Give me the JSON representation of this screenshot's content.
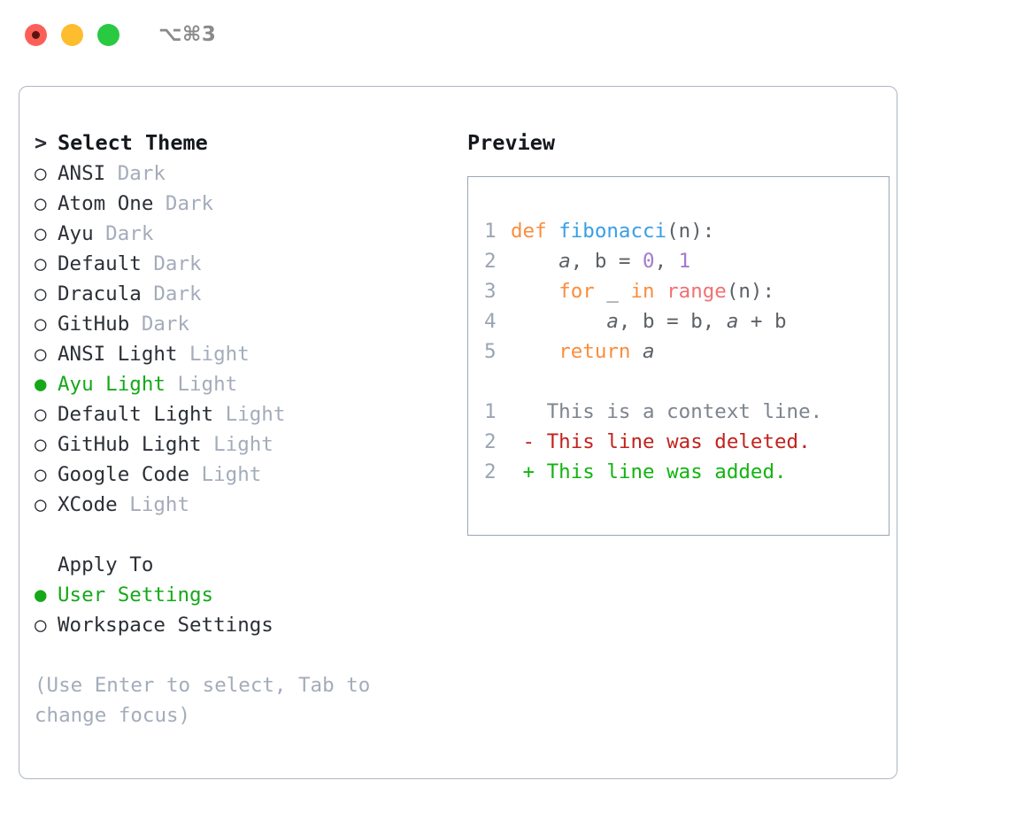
{
  "window": {
    "traffic_lights": [
      {
        "name": "close",
        "color": "#FB6058"
      },
      {
        "name": "minimize",
        "color": "#FDBD2E"
      },
      {
        "name": "zoom",
        "color": "#29C941"
      }
    ],
    "shortcut": "⌥⌘3"
  },
  "theme_panel": {
    "header_marker": ">",
    "header_label": "Select Theme",
    "selected_theme": "Ayu Light",
    "accent_color": "#16A819",
    "marker_selected": "●",
    "marker_unselected": "○",
    "items": [
      {
        "name": "ANSI",
        "kind": "Dark",
        "selected": false
      },
      {
        "name": "Atom One",
        "kind": "Dark",
        "selected": false
      },
      {
        "name": "Ayu",
        "kind": "Dark",
        "selected": false
      },
      {
        "name": "Default",
        "kind": "Dark",
        "selected": false
      },
      {
        "name": "Dracula",
        "kind": "Dark",
        "selected": false
      },
      {
        "name": "GitHub",
        "kind": "Dark",
        "selected": false
      },
      {
        "name": "ANSI Light",
        "kind": "Light",
        "selected": false
      },
      {
        "name": "Ayu Light",
        "kind": "Light",
        "selected": true
      },
      {
        "name": "Default Light",
        "kind": "Light",
        "selected": false
      },
      {
        "name": "GitHub Light",
        "kind": "Light",
        "selected": false
      },
      {
        "name": "Google Code",
        "kind": "Light",
        "selected": false
      },
      {
        "name": "XCode",
        "kind": "Light",
        "selected": false
      }
    ]
  },
  "apply_to": {
    "header_label": "Apply To",
    "options": [
      {
        "label": "User Settings",
        "selected": true
      },
      {
        "label": "Workspace Settings",
        "selected": false
      }
    ]
  },
  "hint": "(Use Enter to select, Tab to change focus)",
  "preview": {
    "title": "Preview",
    "code_lines": [
      {
        "lineno": "1",
        "tokens": [
          {
            "t": "def",
            "c": "kw"
          },
          {
            "t": " ",
            "c": "plain"
          },
          {
            "t": "fibonacci",
            "c": "fn"
          },
          {
            "t": "(n):",
            "c": "plain"
          }
        ]
      },
      {
        "lineno": "2",
        "tokens": [
          {
            "t": "    ",
            "c": "plain"
          },
          {
            "t": "a",
            "c": "var"
          },
          {
            "t": ", ",
            "c": "plain"
          },
          {
            "t": "b",
            "c": "plain"
          },
          {
            "t": " = ",
            "c": "plain"
          },
          {
            "t": "0",
            "c": "num"
          },
          {
            "t": ", ",
            "c": "plain"
          },
          {
            "t": "1",
            "c": "num"
          }
        ]
      },
      {
        "lineno": "3",
        "tokens": [
          {
            "t": "    ",
            "c": "plain"
          },
          {
            "t": "for",
            "c": "kw"
          },
          {
            "t": " _ ",
            "c": "plain"
          },
          {
            "t": "in",
            "c": "kw"
          },
          {
            "t": " ",
            "c": "plain"
          },
          {
            "t": "range",
            "c": "call"
          },
          {
            "t": "(n):",
            "c": "plain"
          }
        ]
      },
      {
        "lineno": "4",
        "tokens": [
          {
            "t": "        ",
            "c": "plain"
          },
          {
            "t": "a",
            "c": "var"
          },
          {
            "t": ", ",
            "c": "plain"
          },
          {
            "t": "b",
            "c": "plain"
          },
          {
            "t": " = ",
            "c": "plain"
          },
          {
            "t": "b",
            "c": "plain"
          },
          {
            "t": ", ",
            "c": "plain"
          },
          {
            "t": "a",
            "c": "var"
          },
          {
            "t": " + ",
            "c": "plain"
          },
          {
            "t": "b",
            "c": "plain"
          }
        ]
      },
      {
        "lineno": "5",
        "tokens": [
          {
            "t": "    ",
            "c": "plain"
          },
          {
            "t": "return",
            "c": "kw"
          },
          {
            "t": " ",
            "c": "plain"
          },
          {
            "t": "a",
            "c": "var"
          }
        ]
      }
    ],
    "diff_lines": [
      {
        "lineno": "1",
        "sign": " ",
        "text": "This is a context line.",
        "kind": "ctx"
      },
      {
        "lineno": "2",
        "sign": "-",
        "text": "This line was deleted.",
        "kind": "del"
      },
      {
        "lineno": "2",
        "sign": "+",
        "text": "This line was added.",
        "kind": "add"
      }
    ],
    "diff_colors": {
      "context": "#7D848E",
      "deleted": "#C0231E",
      "added": "#12B312"
    }
  },
  "syntax_colors": {
    "keyword": "#FA8D3E",
    "function": "#399EE6",
    "number": "#A37ACC",
    "builtin_call": "#F07171",
    "variable": "#5C6166",
    "lineno": "#9AA5B4"
  }
}
